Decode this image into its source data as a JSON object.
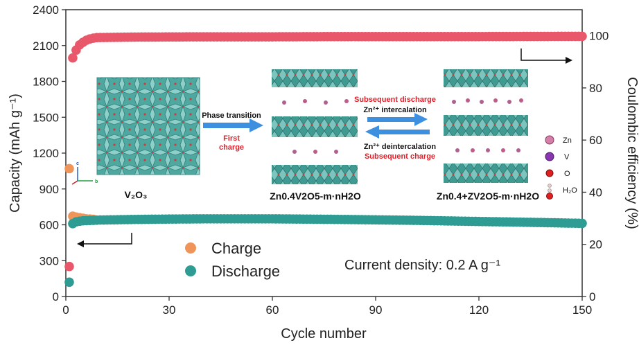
{
  "chart_data": {
    "type": "scatter",
    "xlabel": "Cycle number",
    "ylabel_left": "Capacity (mAh g⁻¹)",
    "ylabel_right": "Coulombic efficiency (%)",
    "xlim": [
      0,
      150
    ],
    "ylim_left": [
      0,
      2400
    ],
    "ylim_right": [
      0,
      110
    ],
    "x_ticks": [
      0,
      30,
      60,
      90,
      120,
      150
    ],
    "y_left_ticks": [
      0,
      300,
      600,
      900,
      1200,
      1500,
      1800,
      2100,
      2400
    ],
    "y_right_ticks": [
      0,
      20,
      40,
      60,
      80,
      100
    ],
    "legend_position": "bottom-center",
    "series": [
      {
        "name": "Charge",
        "axis": "left",
        "color": "#f0955a",
        "x": [
          1,
          2,
          3,
          4,
          5,
          6,
          7,
          8
        ],
        "y": [
          1070,
          672,
          665,
          660,
          655,
          650,
          648,
          646
        ]
      },
      {
        "name": "Discharge",
        "axis": "left",
        "color": "#2e9c93",
        "first_points": {
          "x": [
            1,
            2,
            3,
            4
          ],
          "y": [
            120,
            610,
            625,
            630
          ]
        },
        "trend": [
          [
            5,
            634
          ],
          [
            10,
            640
          ],
          [
            20,
            645
          ],
          [
            30,
            648
          ],
          [
            40,
            650
          ],
          [
            60,
            650
          ],
          [
            80,
            645
          ],
          [
            100,
            638
          ],
          [
            120,
            628
          ],
          [
            140,
            618
          ],
          [
            150,
            612
          ]
        ]
      },
      {
        "name": "",
        "axis": "right",
        "color": "#e8576a",
        "first_points": {
          "x": [
            1,
            2,
            3,
            4,
            5,
            6,
            7,
            8
          ],
          "y": [
            11.5,
            91.5,
            94.5,
            96.5,
            97.5,
            98.3,
            98.8,
            99.1
          ]
        },
        "trend": [
          [
            9,
            99.3
          ],
          [
            20,
            99.5
          ],
          [
            40,
            99.6
          ],
          [
            60,
            99.6
          ],
          [
            80,
            99.7
          ],
          [
            100,
            99.7
          ],
          [
            120,
            99.7
          ],
          [
            150,
            99.8
          ]
        ]
      }
    ],
    "annotations": {
      "current_density": "Current density: 0.2 A g⁻¹"
    },
    "inset": {
      "structure_1": "V₂O₃",
      "structure_2": "Zn0.4V2O5-m·nH2O",
      "structure_3": "Zn0.4+ZV2O5-m·nH2O",
      "phase_transition": "Phase transition",
      "first_charge_line1": "First",
      "first_charge_line2": "charge",
      "subsequent_discharge": "Subsequent discharge",
      "zn_intercalation": "Zn²⁺ intercalation",
      "zn_deintercalation": "Zn²⁺ deintercalation",
      "subsequent_charge": "Subsequent charge",
      "axis_c": "c",
      "axis_b": "b",
      "atom_legend": [
        "Zn",
        "V",
        "O",
        "H₂O"
      ]
    }
  }
}
